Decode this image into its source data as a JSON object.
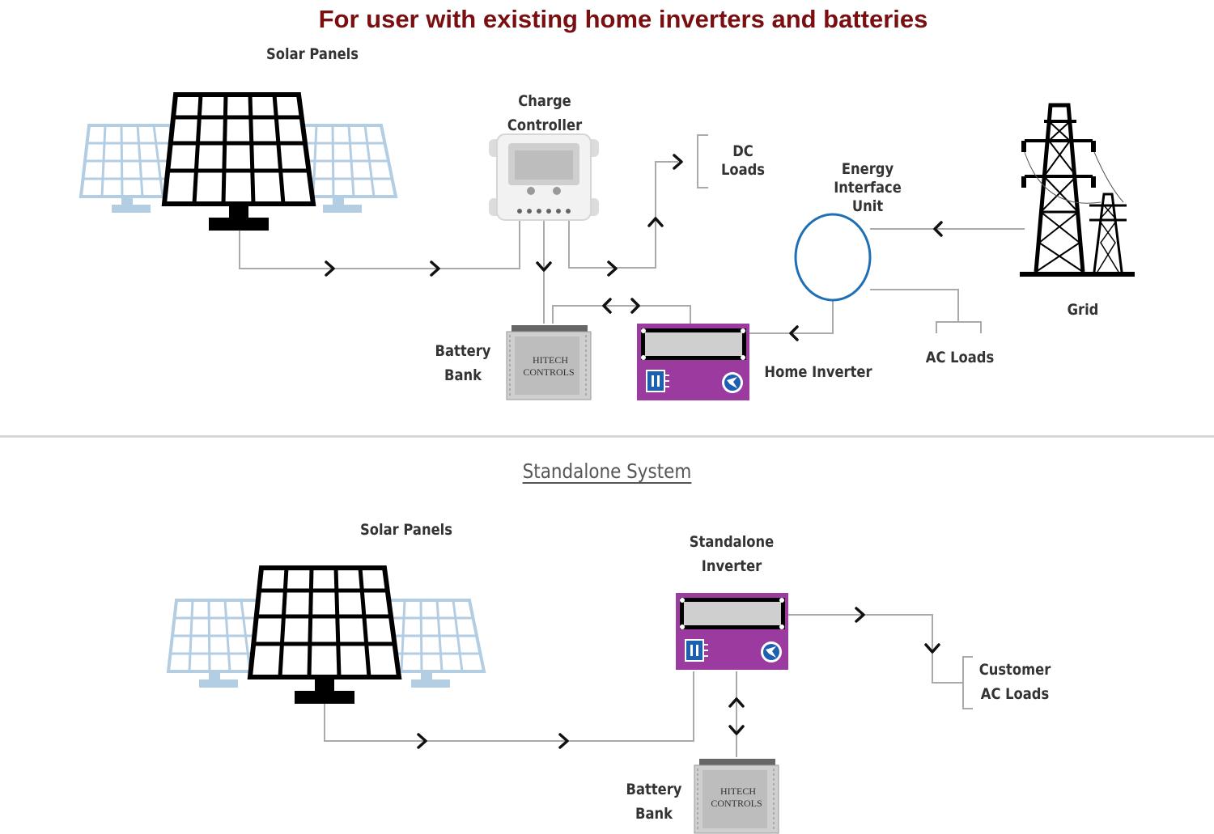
{
  "title": "For user with existing home inverters and batteries",
  "section1": {
    "solar_panels": "Solar Panels",
    "charge_controller": "Charge Controller",
    "dc_loads": [
      "DC",
      "Loads"
    ],
    "energy_interface_unit": [
      "Energy Interface",
      "Unit"
    ],
    "grid": "Grid",
    "battery_bank": [
      "Battery",
      "Bank"
    ],
    "home_inverter": "Home Inverter",
    "ac_loads": "AC Loads",
    "battery_brand": [
      "HITECH",
      "CONTROLS"
    ]
  },
  "section2": {
    "subtitle": "Standalone System",
    "solar_panels": "Solar Panels",
    "standalone_inverter": [
      "Standalone",
      "Inverter"
    ],
    "customer_ac_loads": [
      "Customer",
      "AC Loads"
    ],
    "battery_bank": [
      "Battery",
      "Bank"
    ],
    "battery_brand": [
      "HITECH",
      "CONTROLS"
    ]
  },
  "colors": {
    "title": "#7a0f12",
    "inverter": "#9b3a9f",
    "panel_front": "#000000",
    "panel_back": "#b3cde3",
    "interface_ring": "#1f6fb5",
    "wire": "#aaaaaa"
  }
}
